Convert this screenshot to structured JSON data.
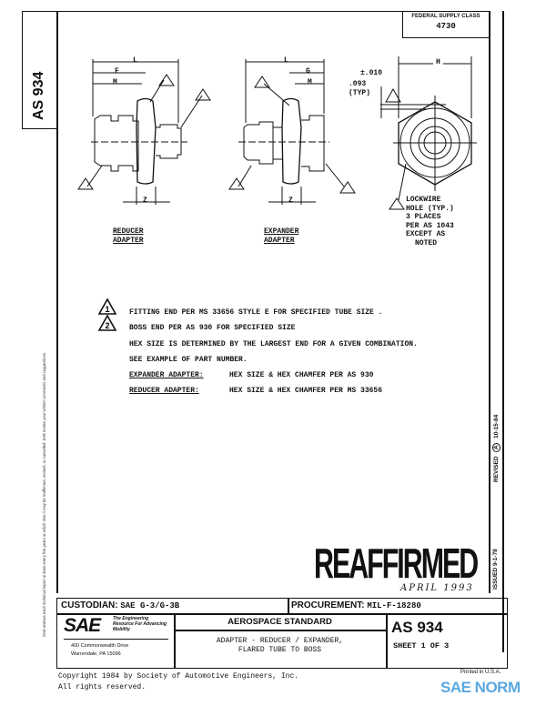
{
  "document": {
    "side_tab": "AS 934",
    "federal_supply_class_label": "FEDERAL SUPPLY CLASS",
    "federal_supply_class": "4730",
    "views": {
      "reducer": {
        "title_line1": "REDUCER",
        "title_line2": "ADAPTER",
        "dims": [
          "L",
          "F",
          "M",
          "Z"
        ]
      },
      "expander": {
        "title_line1": "EXPANDER",
        "title_line2": "ADAPTER",
        "dims": [
          "L",
          "G",
          "M",
          "Z"
        ]
      },
      "end_view": {
        "dim_h": "H",
        "tolerance": "±.010",
        "hole_dim": ".093",
        "hole_typ": "(TYP)",
        "lockwire_note": [
          "LOCKWIRE",
          "HOLE (TYP.)",
          "3 PLACES",
          "PER AS 1043",
          "EXCEPT AS",
          "NOTED"
        ]
      }
    },
    "notes": [
      {
        "flag": "1",
        "text": "FITTING END PER MS 33656 STYLE E FOR SPECIFIED TUBE SIZE ."
      },
      {
        "flag": "2",
        "text": "BOSS END PER AS 930 FOR SPECIFIED SIZE"
      },
      {
        "flag": "",
        "text": "HEX SIZE IS DETERMINED BY THE LARGEST END FOR A GIVEN COMBINATION."
      },
      {
        "flag": "",
        "text": "SEE EXAMPLE OF PART NUMBER."
      }
    ],
    "adapter_notes": [
      {
        "label": "EXPANDER ADAPTER:",
        "text": "HEX SIZE & HEX CHAMFER PER AS 930"
      },
      {
        "label": "REDUCER ADAPTER:",
        "text": "HEX SIZE & HEX CHAMFER PER MS 33656"
      }
    ],
    "revised": "REVISED",
    "revision_letter": "A",
    "revised_date": "10-15-84",
    "issued": "ISSUED 9-1-78",
    "stamp": "REAFFIRMED",
    "stamp_date": "APRIL 1993",
    "margin_note": "SAE reviews each technical report at least every five years at which time it may be reaffirmed, revised, or cancelled. SAE invites your written comments and suggestions."
  },
  "title_block": {
    "custodian_label": "CUSTODIAN:",
    "custodian": "SAE G-3/G-3B",
    "procurement_label": "PROCUREMENT:",
    "procurement": "MIL-F-18280",
    "logo": "SAE",
    "tagline": "The Engineering Resource For Advancing Mobility",
    "address_line1": "400 Commonwealth Drive",
    "address_line2": "Warrendale, PA 15096",
    "category": "AEROSPACE STANDARD",
    "title_line1": "ADAPTER - REDUCER / EXPANDER,",
    "title_line2": "FLARED TUBE TO BOSS",
    "number": "AS 934",
    "sheet": "SHEET 1 OF 3"
  },
  "footer": {
    "copyright": "Copyright 1984 by Society of Automotive Engineers, Inc.",
    "rights": "All rights reserved.",
    "printed": "Printed in U.S.A.",
    "watermark": "SAE NORM",
    "watermark_color": "#5aa8e0"
  }
}
